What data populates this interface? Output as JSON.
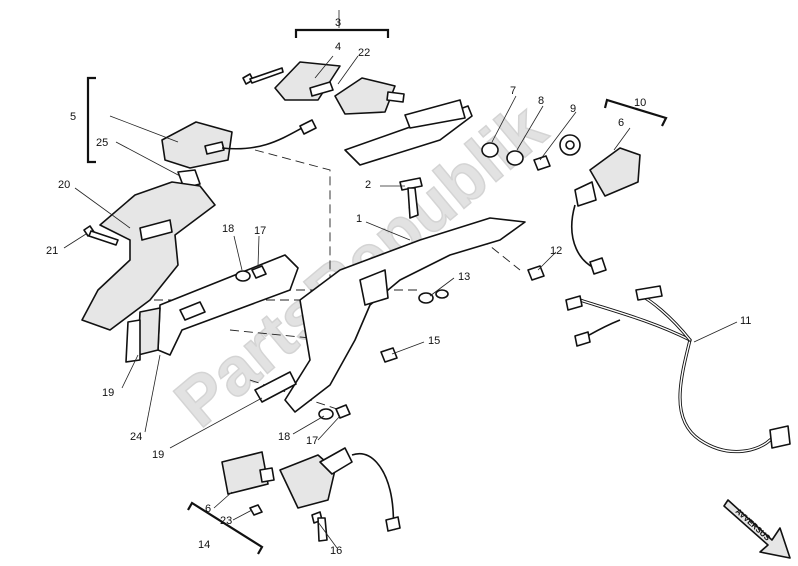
{
  "watermark": "PartsRepublik",
  "direction_stamp": "AVVERSUS",
  "callouts": [
    {
      "id": "c1",
      "label": "1"
    },
    {
      "id": "c2",
      "label": "2"
    },
    {
      "id": "c3",
      "label": "3"
    },
    {
      "id": "c4",
      "label": "4"
    },
    {
      "id": "c5",
      "label": "5"
    },
    {
      "id": "c6a",
      "label": "6"
    },
    {
      "id": "c6b",
      "label": "6"
    },
    {
      "id": "c7",
      "label": "7"
    },
    {
      "id": "c8",
      "label": "8"
    },
    {
      "id": "c9",
      "label": "9"
    },
    {
      "id": "c10",
      "label": "10"
    },
    {
      "id": "c11",
      "label": "11"
    },
    {
      "id": "c12",
      "label": "12"
    },
    {
      "id": "c13",
      "label": "13"
    },
    {
      "id": "c14",
      "label": "14"
    },
    {
      "id": "c15",
      "label": "15"
    },
    {
      "id": "c16",
      "label": "16"
    },
    {
      "id": "c17a",
      "label": "17"
    },
    {
      "id": "c17b",
      "label": "17"
    },
    {
      "id": "c18a",
      "label": "18"
    },
    {
      "id": "c18b",
      "label": "18"
    },
    {
      "id": "c19a",
      "label": "19"
    },
    {
      "id": "c19b",
      "label": "19"
    },
    {
      "id": "c20",
      "label": "20"
    },
    {
      "id": "c21",
      "label": "21"
    },
    {
      "id": "c22",
      "label": "22"
    },
    {
      "id": "c23",
      "label": "23"
    },
    {
      "id": "c24",
      "label": "24"
    },
    {
      "id": "c25",
      "label": "25"
    }
  ]
}
